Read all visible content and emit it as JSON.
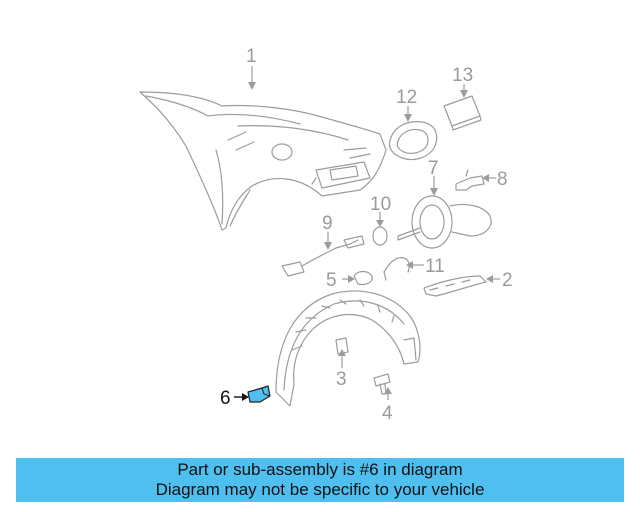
{
  "callouts": {
    "c1": "1",
    "c2": "2",
    "c3": "3",
    "c4": "4",
    "c5": "5",
    "c6": "6",
    "c7": "7",
    "c8": "8",
    "c9": "9",
    "c10": "10",
    "c11": "11",
    "c12": "12",
    "c13": "13"
  },
  "highlight": {
    "part_number": "6",
    "color": "#4fbfef"
  },
  "banner": {
    "line1": "Part or sub-assembly is #6 in diagram",
    "line2": "Diagram may not be specific to your vehicle",
    "background": "#4fbfef"
  }
}
